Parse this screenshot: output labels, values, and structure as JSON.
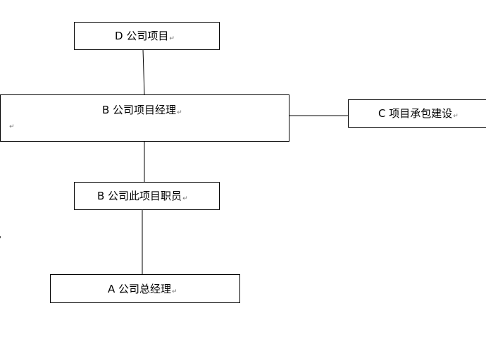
{
  "diagram": {
    "nodes": {
      "d_project": {
        "text": "D 公司项目"
      },
      "b_manager": {
        "text": "B 公司项目经理"
      },
      "c_contract": {
        "text": "C 项目承包建设"
      },
      "b_staff": {
        "text": "B 公司此项目职员"
      },
      "a_gm": {
        "text": "A 公司总经理"
      }
    },
    "paragraph_mark": "↵",
    "edges": [
      {
        "from": "d_project",
        "to": "b_manager"
      },
      {
        "from": "b_manager",
        "to": "c_contract"
      },
      {
        "from": "b_manager",
        "to": "b_staff"
      },
      {
        "from": "b_staff",
        "to": "a_gm"
      }
    ]
  }
}
